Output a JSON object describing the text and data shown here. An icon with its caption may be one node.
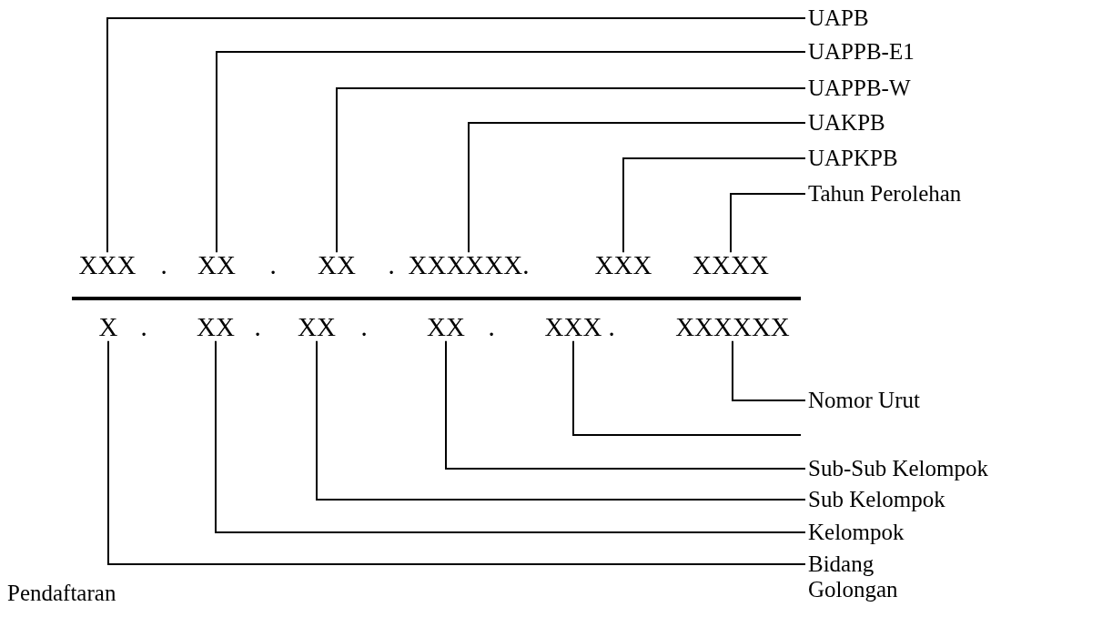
{
  "diagram": {
    "nodes": [
      {
        "text": [
          "UAPB"
        ]
      },
      {
        "text": [
          "UAPPB-E1"
        ]
      },
      {
        "text": [
          "UAPPB-W"
        ]
      },
      {
        "text": [
          "UAKPB"
        ]
      },
      {
        "text": [
          "UAPKPB"
        ]
      },
      {
        "text": [
          "Tahun Perolehan"
        ]
      },
      {
        "text": [
          "XXX"
        ]
      },
      {
        "text": [
          "XX"
        ]
      },
      {
        "text": [
          "XX"
        ]
      },
      {
        "text": [
          "XXXXXX."
        ]
      },
      {
        "text": [
          "XXX"
        ]
      },
      {
        "text": [
          "XXXX"
        ]
      },
      {
        "text": [
          "X"
        ]
      },
      {
        "text": [
          "XX"
        ]
      },
      {
        "text": [
          "XX"
        ]
      },
      {
        "text": [
          "XX"
        ]
      },
      {
        "text": [
          "XXX"
        ]
      },
      {
        "text": [
          "XXXXXX"
        ]
      },
      {
        "text": [
          "Nomor Urut"
        ]
      },
      {
        "text": [
          "Sub-Sub Kelompok"
        ]
      },
      {
        "text": [
          "Sub Kelompok"
        ]
      },
      {
        "text": [
          "Kelompok"
        ]
      },
      {
        "text": [
          "Bidang Golongan"
        ]
      }
    ],
    "edges": [
      {
        "from": 0,
        "to": 6,
        "arrow": "none"
      },
      {
        "from": 1,
        "to": 7,
        "arrow": "none"
      },
      {
        "from": 2,
        "to": 8,
        "arrow": "none"
      },
      {
        "from": 3,
        "to": 9,
        "arrow": "none"
      },
      {
        "from": 4,
        "to": 10,
        "arrow": "none"
      },
      {
        "from": 5,
        "to": 11,
        "arrow": "none"
      },
      {
        "from": 18,
        "to": 17,
        "arrow": "none"
      },
      {
        "from": 16,
        "to": null,
        "arrow": "none"
      },
      {
        "from": 19,
        "to": 15,
        "arrow": "none"
      },
      {
        "from": 20,
        "to": 14,
        "arrow": "none"
      },
      {
        "from": 21,
        "to": 13,
        "arrow": "none"
      },
      {
        "from": 22,
        "to": 12,
        "arrow": "none"
      }
    ],
    "labels": [
      ".",
      ".",
      ".",
      ".",
      ".",
      ".",
      ".",
      ".",
      "Pendaftaran"
    ]
  }
}
